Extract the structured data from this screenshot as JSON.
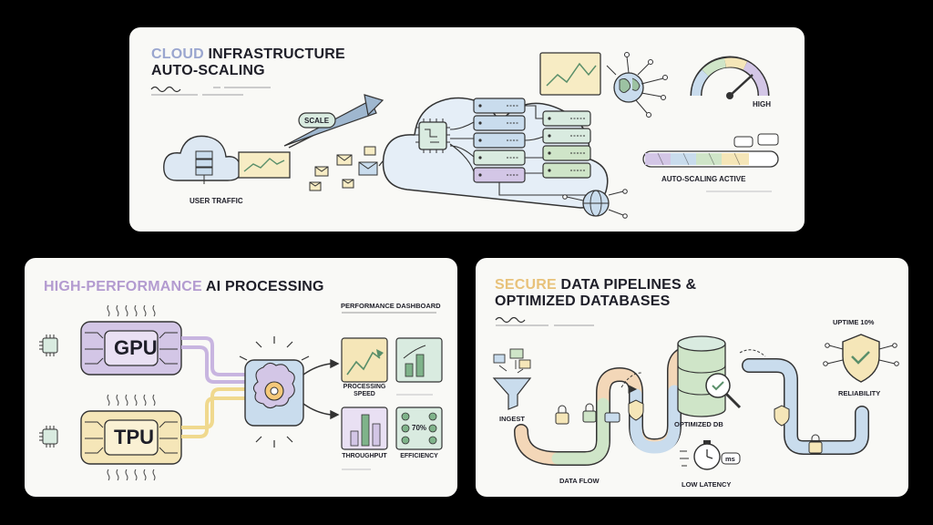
{
  "cloud": {
    "title_highlight": "CLOUD",
    "title_rest": " INFRASTRUCTURE",
    "title_line2": "AUTO-SCALING",
    "user_traffic": "USER TRAFFIC",
    "scale": "SCALE",
    "high": "HIGH",
    "autoscaling_active": "AUTO-SCALING ACTIVE"
  },
  "ai": {
    "title_highlight": "HIGH-PERFORMANCE",
    "title_rest": " AI PROCESSING",
    "gpu": "GPU",
    "tpu": "TPU",
    "dashboard_title": "PERFORMANCE DASHBOARD",
    "processing_speed": "PROCESSING\nSPEED",
    "throughput": "THROUGHPUT",
    "efficiency": "EFFICIENCY",
    "efficiency_value": "70%"
  },
  "data": {
    "title_highlight": "SECURE",
    "title_rest": " DATA PIPELINES &",
    "title_line2": "OPTIMIZED DATABASES",
    "ingest": "INGEST",
    "data_flow": "DATA FLOW",
    "optimized_db": "OPTIMIZED DB",
    "low_latency": "LOW LATENCY",
    "ms": "ms",
    "uptime": "UPTIME 10%",
    "reliability": "RELIABILITY"
  },
  "colors": {
    "cloud_title": "#9aa6cf",
    "ai_title": "#b39bd0",
    "data_title": "#e8c27a",
    "blue": "#c9dced",
    "green": "#cfe5c8",
    "purple": "#d3c6e6",
    "yellow": "#f5e6b8",
    "peach": "#f3d7b8"
  }
}
